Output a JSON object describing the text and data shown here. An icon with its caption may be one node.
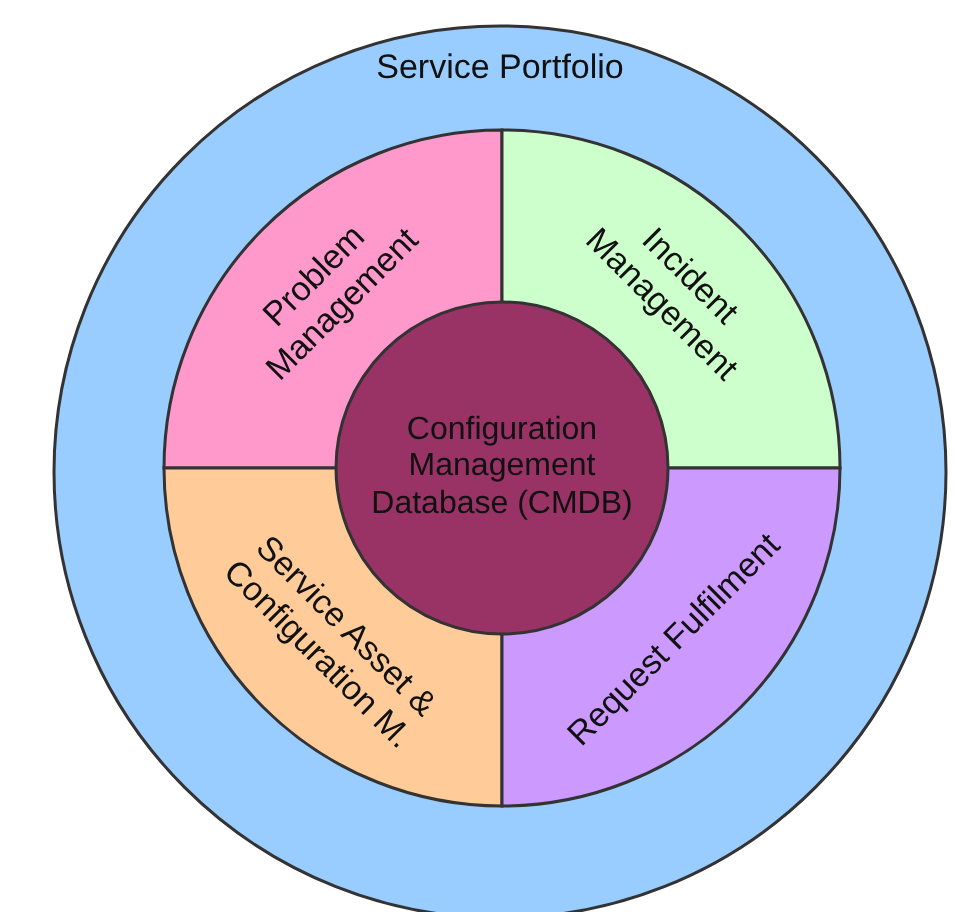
{
  "diagram": {
    "nodes": [
      {
        "text": [
          "Service Portfolio"
        ]
      },
      {
        "text": [
          "Problem Management"
        ],
        "in": 0
      },
      {
        "text": [
          "Incident Management"
        ],
        "in": 0
      },
      {
        "text": [
          "Service Asset & Configuration M."
        ],
        "in": 0
      },
      {
        "text": [
          "Request Fulfilment"
        ],
        "in": 0
      },
      {
        "text": [
          "Configuration Management Database (CMDB)"
        ],
        "in": 0
      }
    ],
    "edges": []
  }
}
